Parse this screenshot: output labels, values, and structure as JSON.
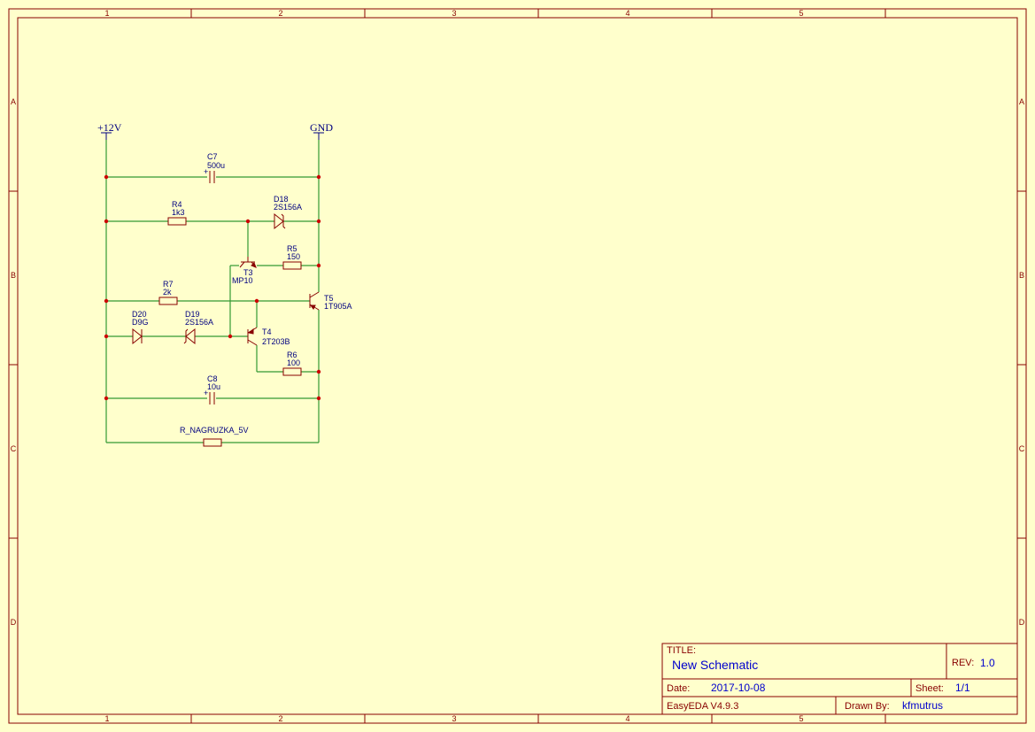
{
  "frame": {
    "columns": [
      "1",
      "2",
      "3",
      "4",
      "5"
    ],
    "rows": [
      "A",
      "B",
      "C",
      "D"
    ]
  },
  "nets": {
    "vcc": "+12V",
    "gnd": "GND"
  },
  "components": {
    "C7": {
      "ref": "C7",
      "value": "500u"
    },
    "R4": {
      "ref": "R4",
      "value": "1k3"
    },
    "D18": {
      "ref": "D18",
      "value": "2S156A"
    },
    "R5": {
      "ref": "R5",
      "value": "150"
    },
    "T3": {
      "ref": "T3",
      "value": "MP10"
    },
    "R7": {
      "ref": "R7",
      "value": "2k"
    },
    "T5": {
      "ref": "T5",
      "value": "1T905A"
    },
    "D20": {
      "ref": "D20",
      "value": "D9G"
    },
    "D19": {
      "ref": "D19",
      "value": "2S156A"
    },
    "T4": {
      "ref": "T4",
      "value": "2T203B"
    },
    "R6": {
      "ref": "R6",
      "value": "100"
    },
    "C8": {
      "ref": "C8",
      "value": "10u"
    },
    "RN": {
      "ref": "R_NAGRUZKA_5V"
    },
    "polarity": "+"
  },
  "title_block": {
    "title_label": "TITLE:",
    "title": "New Schematic",
    "rev_label": "REV:",
    "rev": "1.0",
    "date_label": "Date:",
    "date": "2017-10-08",
    "sheet_label": "Sheet:",
    "sheet": "1/1",
    "app": "EasyEDA V4.9.3",
    "drawn_label": "Drawn By:",
    "drawn_by": "kfmutrus"
  },
  "colors": {
    "background": "#FFFFCC",
    "frame": "#880000",
    "wire": "#339933",
    "junction": "#cc0000",
    "text_blue": "#000080"
  }
}
